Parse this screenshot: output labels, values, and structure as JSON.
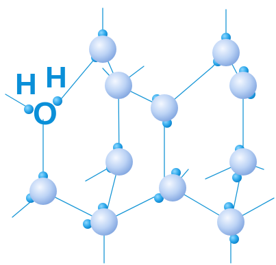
{
  "molecule_labels": {
    "hydrogen_left": "H",
    "hydrogen_right": "H",
    "oxygen": "O"
  },
  "colors": {
    "bond": "#1796d6",
    "oxygen_sphere_light": "#f2f7ff",
    "oxygen_sphere_mid": "#b7d0f4",
    "oxygen_sphere_dark": "#7da3df",
    "hydrogen_light": "#7dd0ff",
    "hydrogen_dark": "#0a8ad6",
    "label": "#0a8fd8",
    "background": "#ffffff"
  }
}
